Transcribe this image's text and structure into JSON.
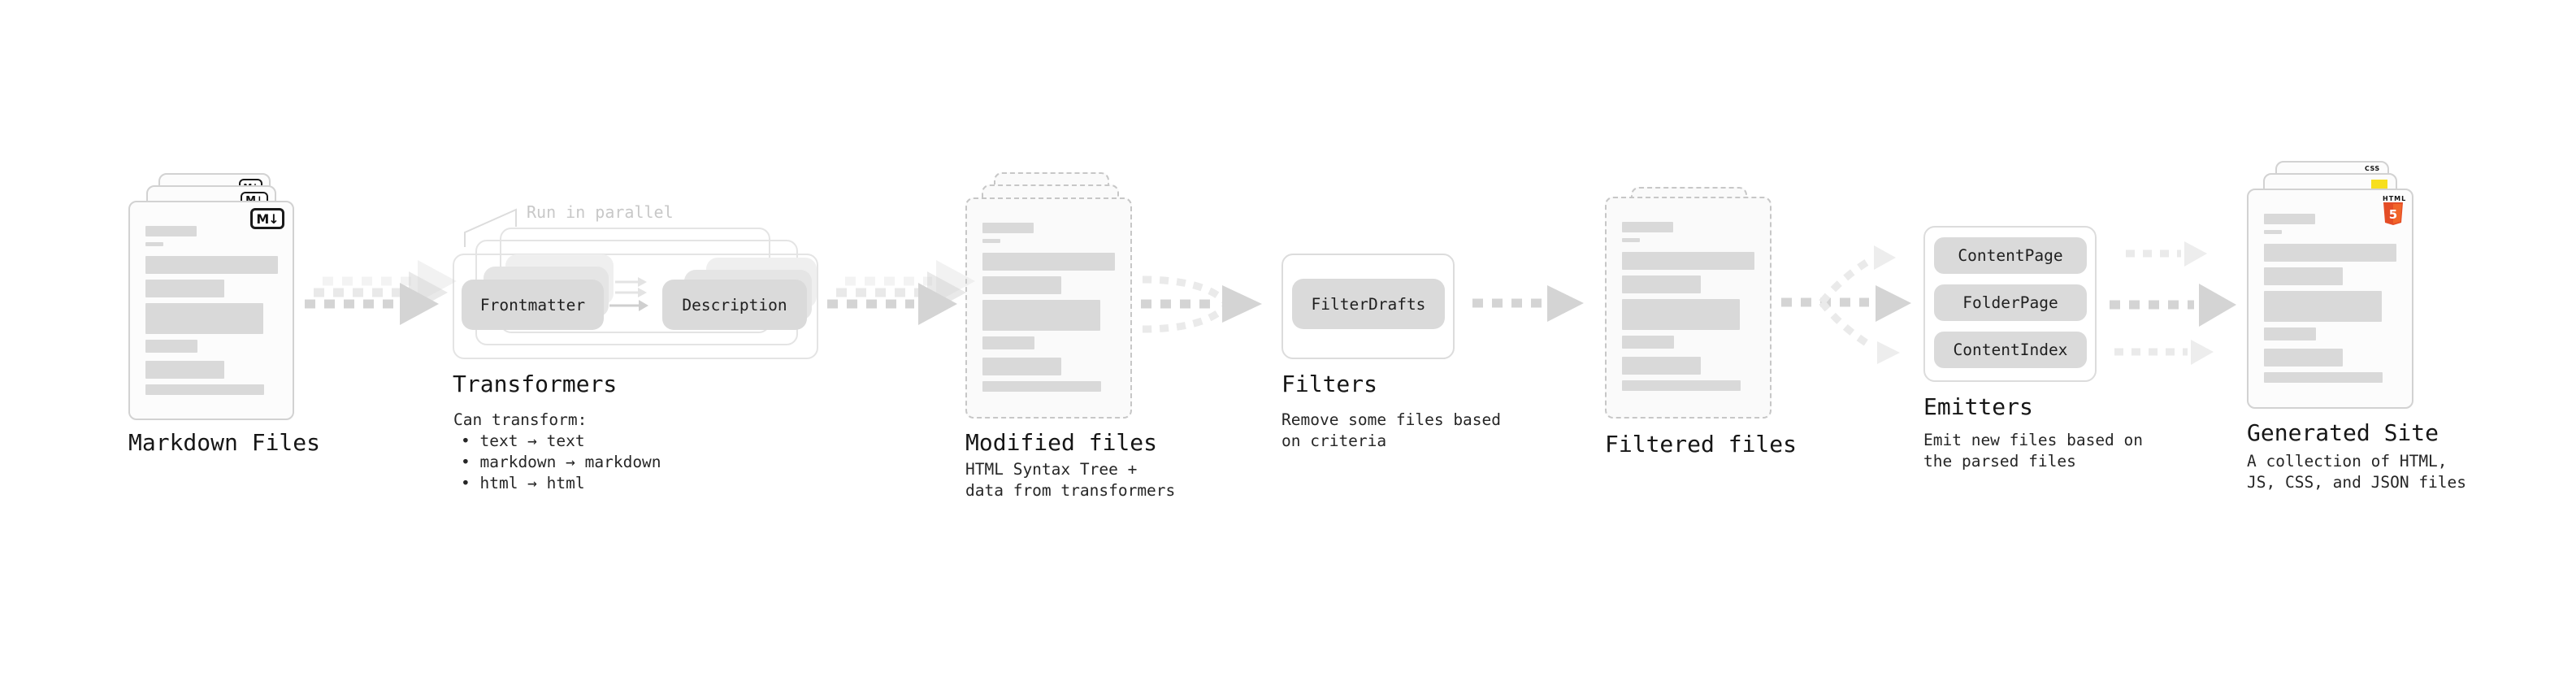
{
  "colors": {
    "heading_text": "#161616",
    "caption_text": "#262626",
    "muted_note": "#c8c8c8",
    "card_border": "#d2d2d2",
    "dashed_border": "#c7c7c7",
    "bar_fill": "#d9d9d9",
    "pill_fill": "#dadada",
    "arrow_dark": "#d4d4d4",
    "arrow_light": "#eaeaea",
    "html5_orange": "#e44d26",
    "js_yellow": "#f7df1e",
    "css_blue": "#264de4"
  },
  "stages": {
    "markdown_files": {
      "label": "Markdown Files",
      "badge": "M↓"
    },
    "transformers": {
      "label": "Transformers",
      "note": "Run in parallel",
      "pills": [
        "Frontmatter",
        "Description"
      ],
      "caption_title": "Can transform:",
      "bullets": [
        "• text → text",
        "• markdown → markdown",
        "• html → html"
      ]
    },
    "modified_files": {
      "label": "Modified files",
      "caption_lines": [
        "HTML Syntax Tree +",
        "data from transformers"
      ]
    },
    "filters": {
      "label": "Filters",
      "pills": [
        "FilterDrafts"
      ],
      "caption_lines": [
        "Remove some files based",
        "on criteria"
      ]
    },
    "filtered_files": {
      "label": "Filtered files"
    },
    "emitters": {
      "label": "Emitters",
      "pills": [
        "ContentPage",
        "FolderPage",
        "ContentIndex"
      ],
      "caption_lines": [
        "Emit new files based on",
        "the parsed files"
      ]
    },
    "generated_site": {
      "label": "Generated Site",
      "caption_lines": [
        "A collection of HTML,",
        "JS, CSS, and JSON files"
      ],
      "badges": {
        "html_word": "HTML",
        "html_five": "5",
        "css": "CSS"
      }
    }
  }
}
